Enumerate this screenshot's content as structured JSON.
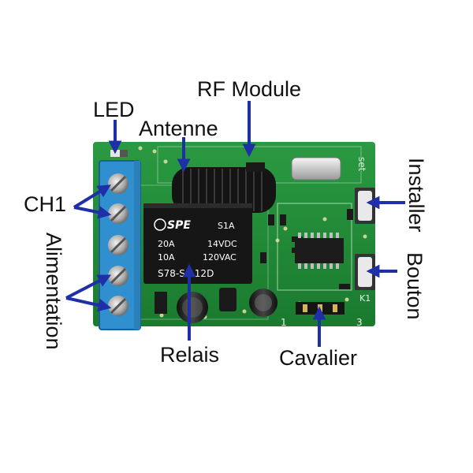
{
  "labels": {
    "led": "LED",
    "rf_module": "RF Module",
    "antenne": "Antenne",
    "ch1": "CH1",
    "alimentation": "Alimentation",
    "installer": "Installer",
    "bouton": "Bouton",
    "relais": "Relais",
    "cavalier": "Cavalier"
  },
  "relay_markings": {
    "brand": "SPE",
    "rating": "S1A",
    "line1_left": "20A",
    "line1_right": "14VDC",
    "line2_left": "10A",
    "line2_right": "120VAC",
    "model": "S78-S-112D"
  },
  "board_markings": {
    "set": "set",
    "k1": "K1",
    "pin1": "1",
    "pin3": "3"
  },
  "colors": {
    "pcb": "#1f8a35",
    "terminal": "#2f8fcf",
    "relay": "#1a1a1a",
    "arrow": "#1f2fa8",
    "text": "#111111"
  }
}
